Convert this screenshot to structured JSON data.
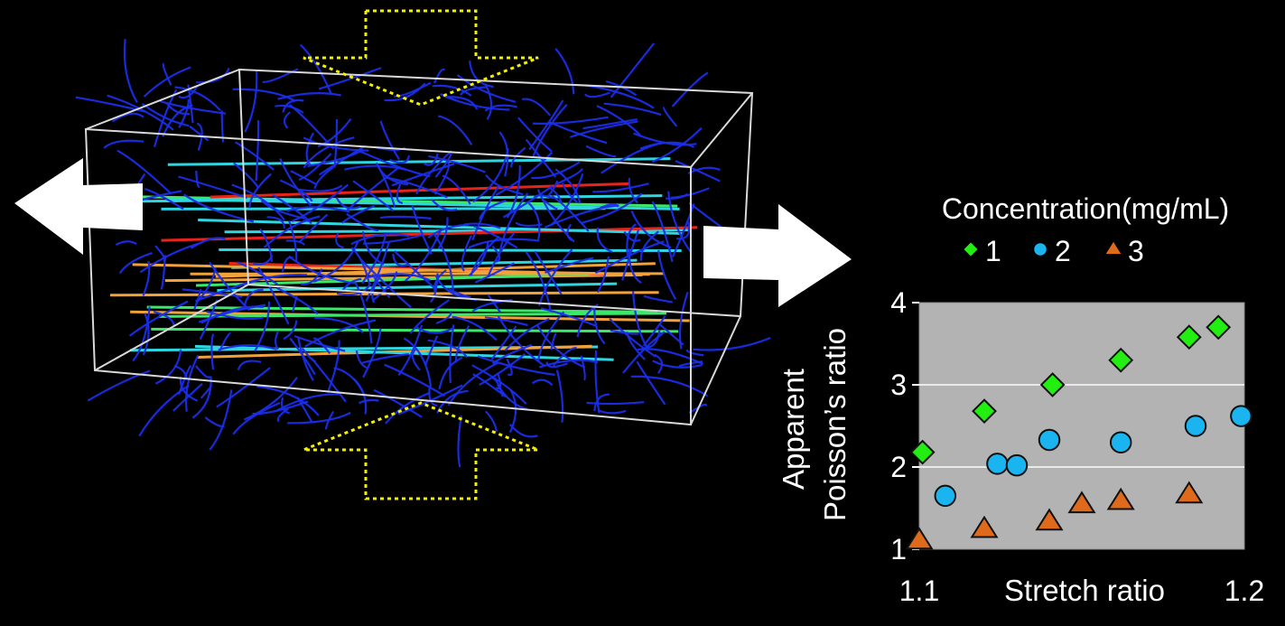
{
  "chart_data": {
    "type": "scatter",
    "title": "",
    "xlabel": "Stretch ratio",
    "ylabel_lines": [
      "Apparent",
      "Poisson’s ratio"
    ],
    "xlim": [
      1.1,
      1.2
    ],
    "ylim": [
      1,
      4
    ],
    "x_tick_labels": [
      "1.1",
      "1.2"
    ],
    "y_ticks": [
      1,
      2,
      3,
      4
    ],
    "grid": "horizontal",
    "legend": {
      "title": "Concentration(mg/mL)",
      "placement": "top"
    },
    "series": [
      {
        "name": "1",
        "marker": "diamond",
        "color": "#22ee11",
        "points": [
          [
            1.101,
            2.18
          ],
          [
            1.12,
            2.68
          ],
          [
            1.141,
            3.0
          ],
          [
            1.162,
            3.3
          ],
          [
            1.183,
            3.58
          ],
          [
            1.192,
            3.7
          ]
        ]
      },
      {
        "name": "2",
        "marker": "circle",
        "color": "#1ab4f0",
        "points": [
          [
            1.108,
            1.65
          ],
          [
            1.124,
            2.04
          ],
          [
            1.13,
            2.02
          ],
          [
            1.14,
            2.33
          ],
          [
            1.162,
            2.3
          ],
          [
            1.185,
            2.5
          ],
          [
            1.199,
            2.62
          ]
        ]
      },
      {
        "name": "3",
        "marker": "triangle",
        "color": "#e06a1c",
        "points": [
          [
            1.1,
            1.1
          ],
          [
            1.12,
            1.24
          ],
          [
            1.14,
            1.33
          ],
          [
            1.15,
            1.54
          ],
          [
            1.162,
            1.58
          ],
          [
            1.183,
            1.66
          ]
        ]
      }
    ]
  },
  "illustration": {
    "description_free": true,
    "colors": {
      "fiber_main": "#1a2de8",
      "fiber_cyan": "#2fd6e0",
      "fiber_green": "#3ae86a",
      "fiber_red": "#e8241a",
      "fiber_orange": "#f2a23a",
      "box_edge": "#d9d9d9",
      "stretch_arrow": "#ffffff",
      "compress_arrow": "#f5f000"
    }
  }
}
